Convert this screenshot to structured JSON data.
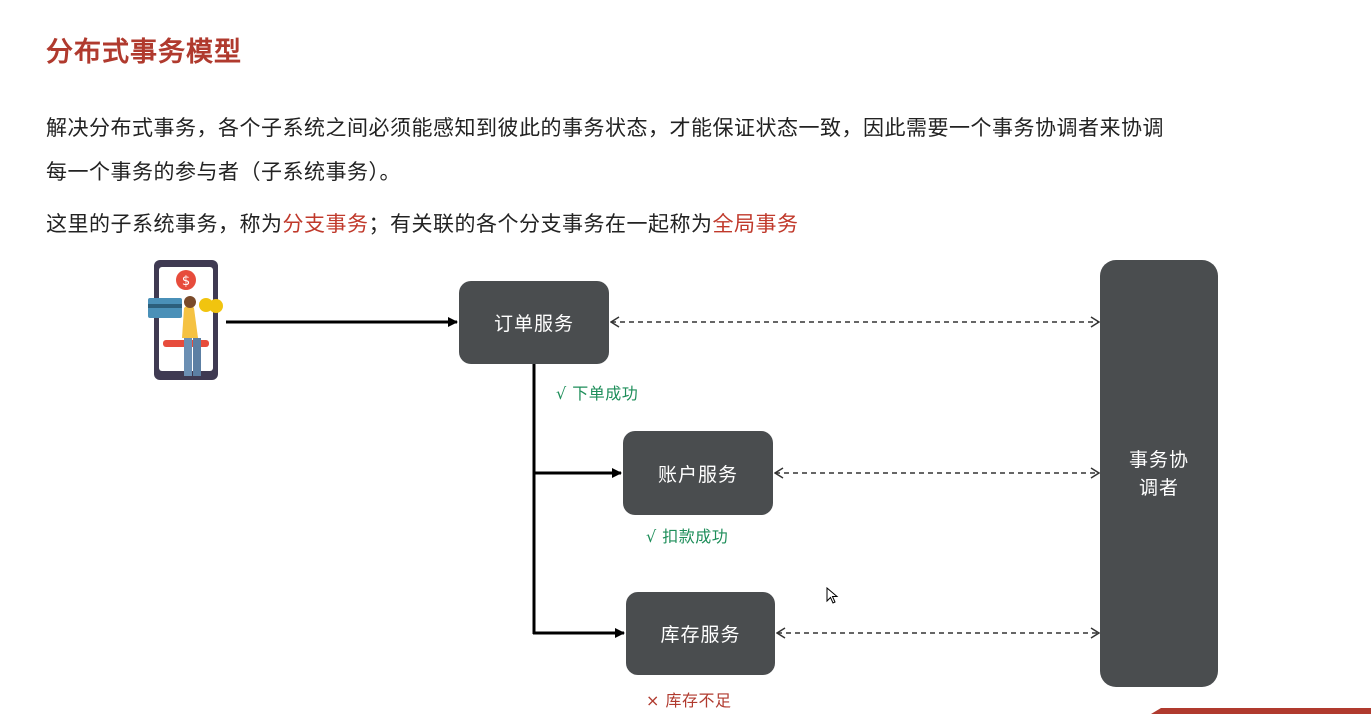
{
  "title": "分布式事务模型",
  "paragraph1_line1": "解决分布式事务，各个子系统之间必须能感知到彼此的事务状态，才能保证状态一致，因此需要一个事务协调者来协调",
  "paragraph1_line2": "每一个事务的参与者（子系统事务）。",
  "paragraph2": {
    "prefix": "这里的子系统事务，称为",
    "branch_term": "分支事务",
    "middle": "；有关联的各个分支事务在一起称为",
    "global_term": "全局事务"
  },
  "diagram": {
    "order_service": "订单服务",
    "account_service": "账户服务",
    "stock_service": "库存服务",
    "coordinator_line1": "事务协",
    "coordinator_line2": "调者",
    "order_status": "√  下单成功",
    "account_status": "√  扣款成功",
    "stock_status": "×  库存不足"
  },
  "colors": {
    "title": "#b03a2e",
    "highlight": "#c0392b",
    "box": "#4a4d4f",
    "success": "#1e8e5a",
    "failure": "#b03a2e"
  },
  "icons": [
    "user-payment-icon",
    "mouse-cursor-icon"
  ]
}
